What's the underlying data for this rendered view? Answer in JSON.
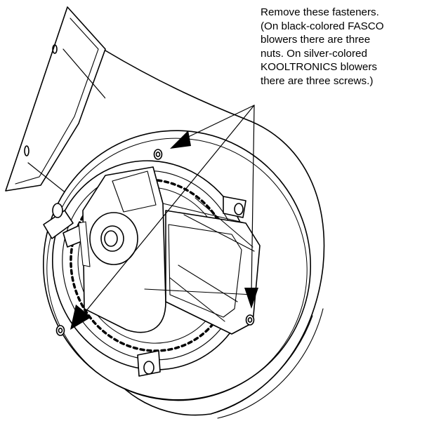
{
  "callout": {
    "lines": [
      "Remove these fasteners.",
      "(On black-colored FASCO",
      "blowers there are three",
      "nuts.  On silver-colored",
      "KOOLTRONICS blowers",
      "there are three screws.)"
    ]
  },
  "colors": {
    "ink": "#000000",
    "paper": "#ffffff"
  }
}
